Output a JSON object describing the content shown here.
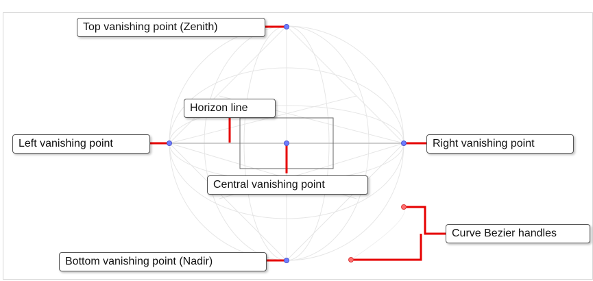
{
  "labels": {
    "top_vp": "Top vanishing point (Zenith)",
    "horizon": "Horizon line",
    "left_vp": "Left vanishing point",
    "right_vp": "Right vanishing point",
    "central_vp": "Central vanishing point",
    "curve_handles": "Curve Bezier handles",
    "bottom_vp": "Bottom vanishing point (Nadir)"
  },
  "colors": {
    "leader": "#e60000",
    "vp_handle": "#6f7dff",
    "bezier_handle": "#ff7070",
    "guide": "#e6e6e6",
    "horizon": "#bdbdbd"
  }
}
